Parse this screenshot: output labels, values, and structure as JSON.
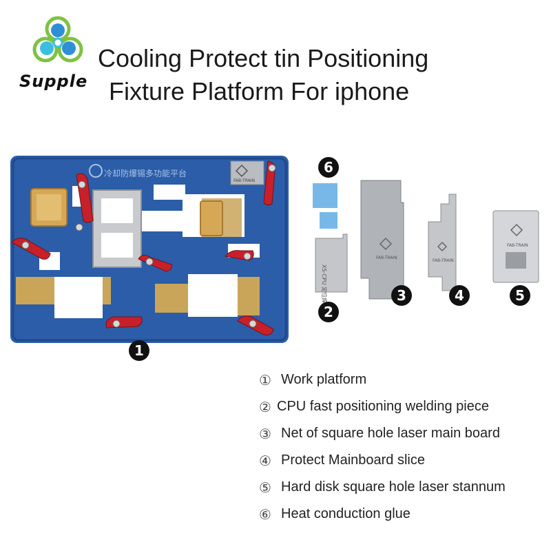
{
  "brand": {
    "name": "Supple",
    "colors": {
      "blue": "#2f8fd6",
      "green": "#7ec242",
      "cyan": "#3bbfe0"
    },
    "logo_icon": "clover-logo-icon"
  },
  "title": {
    "line1": "Cooling Protect tin Positioning",
    "line2": "Fixture Platform For iphone"
  },
  "platform": {
    "engraved_text": "冷却防爆锡多功能平台",
    "badge_text": "FAB·TRAIN",
    "color": "#2b5da8"
  },
  "callouts": {
    "platform_num": "1",
    "part2_num": "2",
    "part3_num": "3",
    "part4_num": "4",
    "part5_num": "5",
    "part6_num": "6"
  },
  "parts": {
    "pad_color": "#78b8e8",
    "part2_text": "XS-CPU 定位焊片",
    "part3_brand": "FAB-TRAIN",
    "part4_brand": "FAB-TRAIN",
    "part5_brand": "FAB-TRAIN"
  },
  "legend": [
    {
      "marker": "①",
      "text": "Work platform"
    },
    {
      "marker": "②",
      "text": "CPU fast positioning welding piece"
    },
    {
      "marker": "③",
      "text": "Net of square hole laser main board"
    },
    {
      "marker": "④",
      "text": "Protect Mainboard slice"
    },
    {
      "marker": "⑤",
      "text": "Hard disk square hole laser stannum"
    },
    {
      "marker": "⑥",
      "text": "Heat conduction glue"
    }
  ]
}
